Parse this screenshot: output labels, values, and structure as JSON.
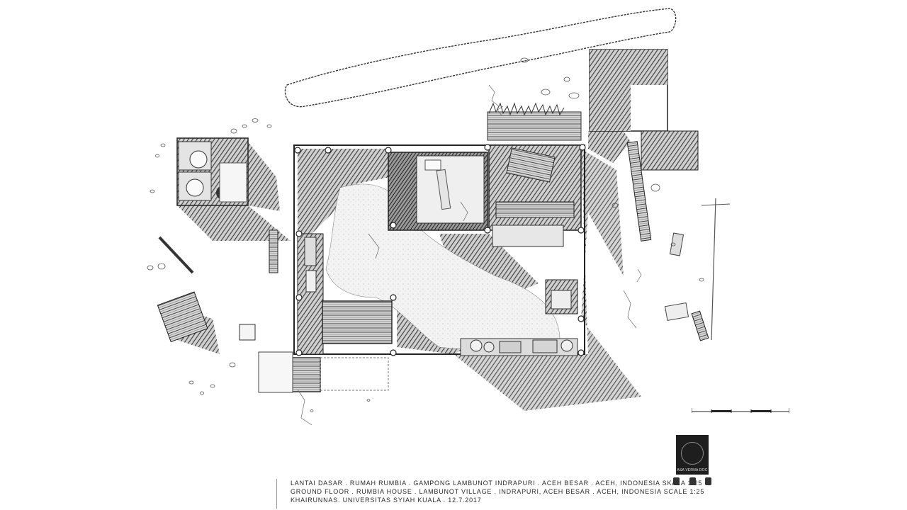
{
  "caption": {
    "line1": "Lantai Dasar . Rumah Rumbia . Gampong Lambunot Indrapuri . Aceh Besar . Aceh, Indonesia  Skala 1:25",
    "line2": "Ground Floor . Rumbia House . Lambunot Village . Indrapuri, Aceh Besar . Aceh, Indonesia  Scale 1:25",
    "line3": "Khairunnas. Universitas Syiah Kuala . 12.7.2017"
  },
  "logo": {
    "label": "ASA VERNA DOC",
    "icon": "seal-icon"
  },
  "scale_bar": {
    "icon": "scale-bar-icon"
  }
}
